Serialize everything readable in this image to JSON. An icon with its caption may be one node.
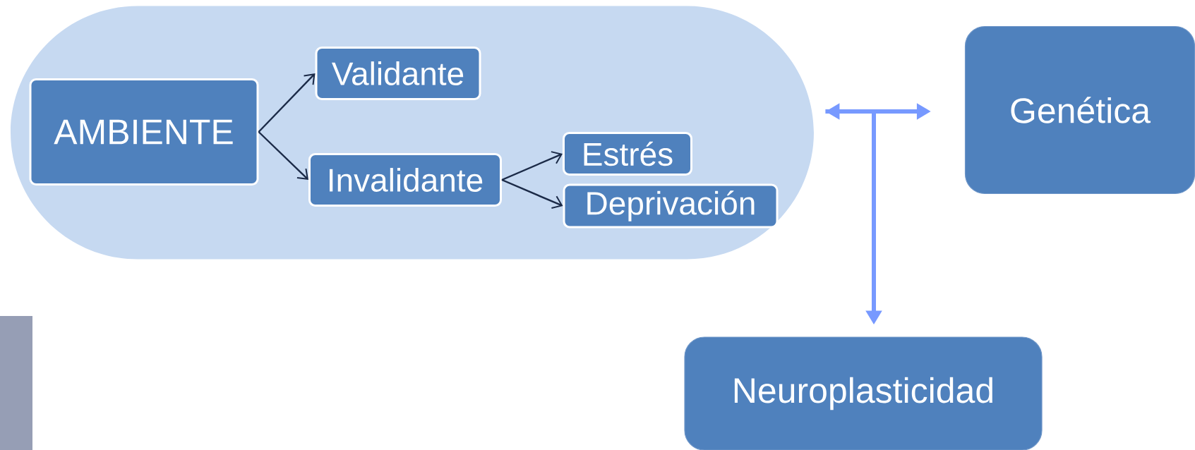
{
  "diagram": {
    "nodes": [
      {
        "text": [],
        "shape": "box"
      },
      {
        "text": [
          "AMBIENTE"
        ],
        "in": 0
      },
      {
        "text": [
          "Validante"
        ],
        "in": 0
      },
      {
        "text": [
          "Invalidante"
        ],
        "in": 0
      },
      {
        "text": [
          "Estrés"
        ],
        "in": 0
      },
      {
        "text": [
          "Deprivación"
        ],
        "in": 0
      },
      {
        "text": [
          "Genética"
        ]
      },
      {
        "text": [
          "Neuroplasticidad"
        ]
      },
      {
        "text": [],
        "shape": "bar"
      }
    ],
    "edges": [
      {
        "from": 1,
        "to": 2,
        "arrow": "to"
      },
      {
        "from": 1,
        "to": 3,
        "arrow": "to"
      },
      {
        "from": 3,
        "to": 4,
        "arrow": "to"
      },
      {
        "from": 3,
        "to": 5,
        "arrow": "to"
      },
      {
        "from": 0,
        "to": 6,
        "arrow": "both",
        "style": "thick",
        "color": "#7799ff"
      },
      {
        "from": 0,
        "to": 7,
        "arrow": "to",
        "style": "thick",
        "color": "#7799ff"
      }
    ]
  }
}
